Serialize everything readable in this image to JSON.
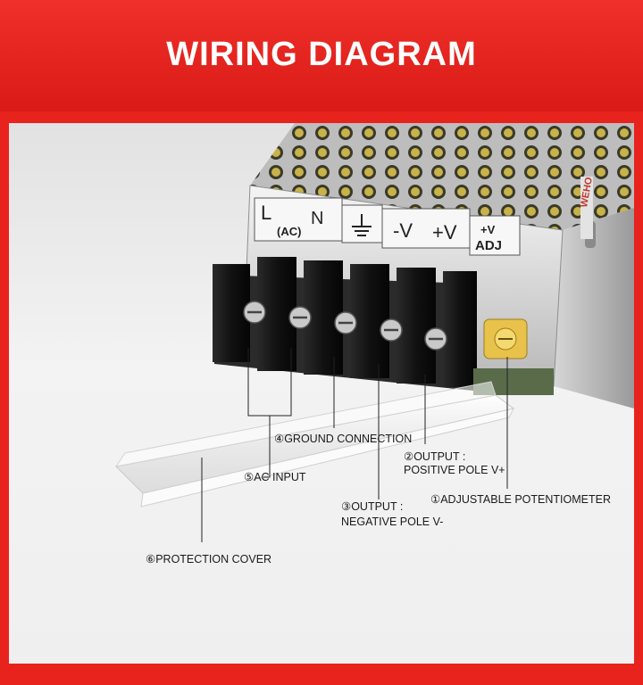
{
  "header": {
    "title": "WIRING DIAGRAM"
  },
  "terminal_labels": {
    "l": "L",
    "n": "N",
    "ac": "(AC)",
    "neg_v": "-V",
    "pos_v": "+V",
    "adj_top": "+V",
    "adj_bottom": "ADJ"
  },
  "brand": "WEHO",
  "callouts": {
    "ground": "④GROUND CONNECTION",
    "output_pos_1": "②OUTPUT :",
    "output_pos_2": "POSITIVE POLE V+",
    "ac_input": "⑤AC INPUT",
    "output_neg_1": "③OUTPUT :",
    "output_neg_2": "NEGATIVE POLE V-",
    "potentiometer": "①ADJUSTABLE POTENTIOMETER",
    "cover": "⑥PROTECTION COVER"
  },
  "colors": {
    "accent": "#e8221d",
    "title_text": "#ffffff",
    "leader": "#222222"
  }
}
